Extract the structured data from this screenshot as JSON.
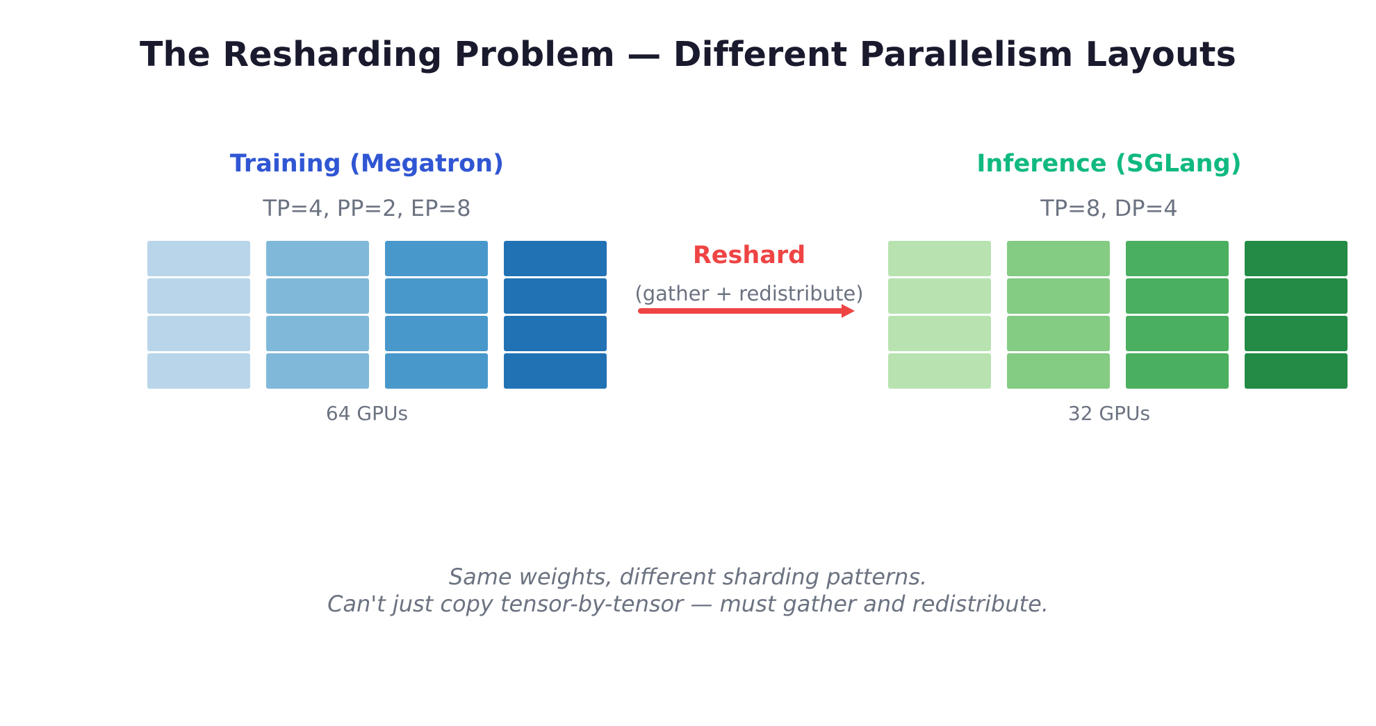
{
  "title": "The Resharding Problem — Different Parallelism Layouts",
  "training": {
    "title": "Training (Megatron)",
    "config": "TP=4, PP=2, EP=8",
    "gpu_count": "64 GPUs",
    "title_color": "#3056d3",
    "column_colors": [
      "#b9d5ea",
      "#80b8d9",
      "#4998cb",
      "#2172b5"
    ]
  },
  "reshard": {
    "label": "Reshard",
    "sublabel": "(gather + redistribute)",
    "color": "#ef4444"
  },
  "inference": {
    "title": "Inference (SGLang)",
    "config": "TP=8, DP=4",
    "gpu_count": "32 GPUs",
    "title_color": "#10b981",
    "column_colors": [
      "#b8e3b1",
      "#84cb83",
      "#4aaf5f",
      "#238b45"
    ]
  },
  "footer": {
    "line1": "Same weights, different sharding patterns.",
    "line2": "Can't just copy tensor-by-tensor — must gather and redistribute."
  }
}
